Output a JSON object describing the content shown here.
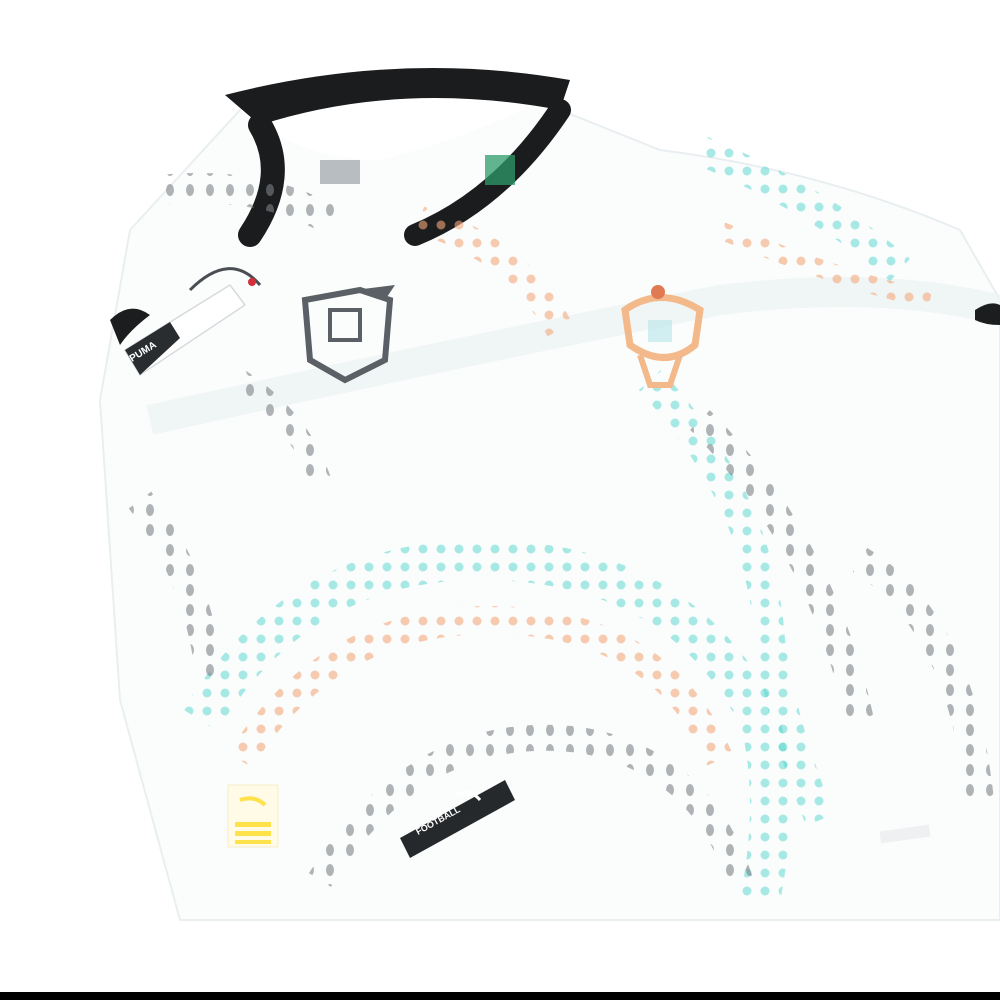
{
  "image": {
    "subject": "Portugal football shirt (white away kit)",
    "background_color": "#ffffff",
    "shirt_color": "#fbfdfd",
    "collar_color": "#1a1c1e",
    "bottom_bar_color": "#000000"
  },
  "shirt": {
    "pattern": {
      "dot_colors": [
        "#3fc9c4",
        "#f0a374",
        "#8a8f93",
        "#2f9a6a"
      ]
    },
    "crest": {
      "color": "#5b6066",
      "accent": "#f3b98a"
    },
    "brand_logo_color": "#1c1d1f",
    "hang_tag": {
      "label": "PUMA",
      "line2": "FOOTBALL"
    },
    "hem_tag": {
      "brand": "PUMA",
      "label": "FOOTBALL",
      "color": "#ffe14a"
    },
    "neck_label": {
      "color": "#2f9a6a"
    }
  }
}
